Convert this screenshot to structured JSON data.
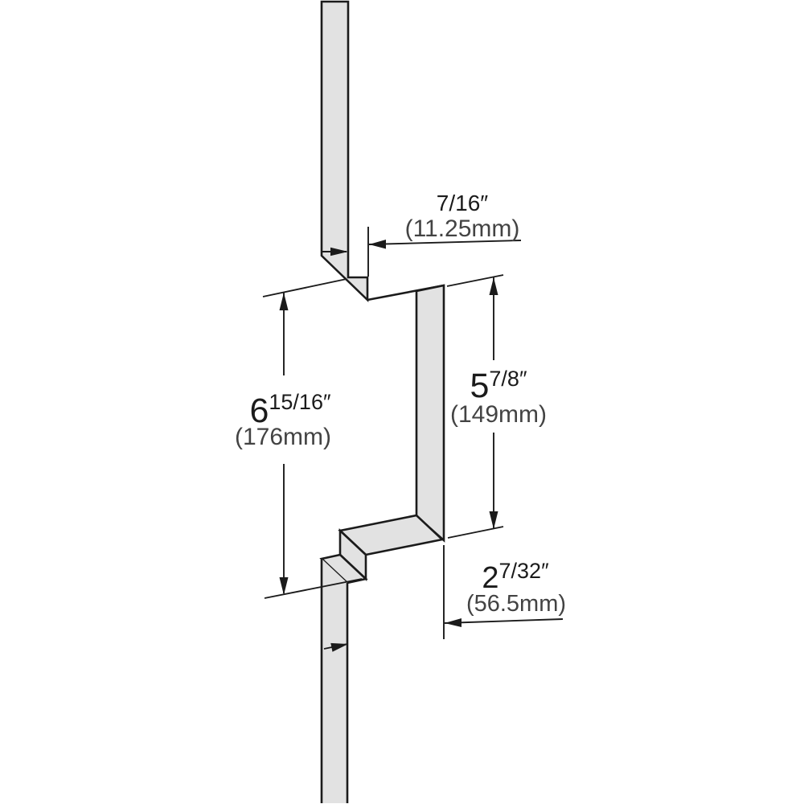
{
  "diagram": {
    "colors": {
      "background": "#ffffff",
      "profile_fill": "#e2e2e2",
      "line": "#1b1b1b",
      "metric_text": "#434343"
    },
    "dimensions": {
      "top_offset": {
        "fraction": "7/16",
        "unit": "″",
        "metric": "(11.25mm)"
      },
      "left_height": {
        "whole": "6",
        "fraction": "15/16",
        "unit": "″",
        "metric": "(176mm)"
      },
      "right_height": {
        "whole": "5",
        "fraction": "7/8",
        "unit": "″",
        "metric": "(149mm)"
      },
      "bottom_offset": {
        "whole": "2",
        "fraction": "7/32",
        "unit": "″",
        "metric": "(56.5mm)"
      }
    }
  }
}
